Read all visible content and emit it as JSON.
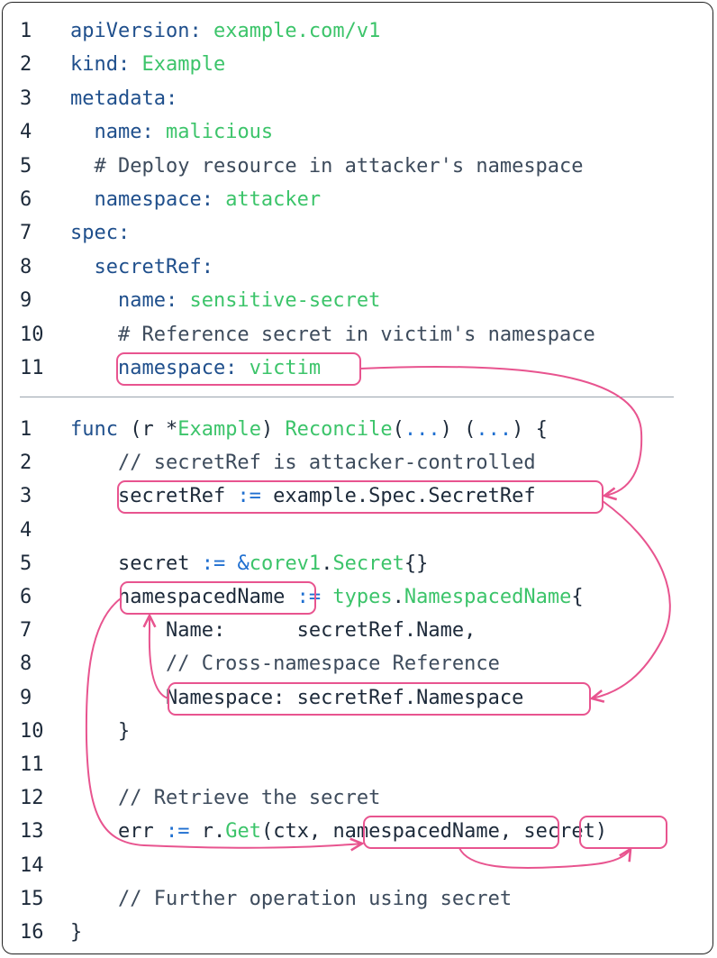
{
  "colors": {
    "keyword": "#1f4f8c",
    "value": "#3cc46a",
    "comment": "#3d4b5c",
    "operator": "#1f6fd0",
    "highlight": "#e8548f"
  },
  "yaml": {
    "lines": [
      {
        "num": "1",
        "tokens": [
          {
            "t": "apiVersion: ",
            "c": "kw"
          },
          {
            "t": "example.com/v1",
            "c": "str"
          }
        ]
      },
      {
        "num": "2",
        "tokens": [
          {
            "t": "kind: ",
            "c": "kw"
          },
          {
            "t": "Example",
            "c": "str"
          }
        ]
      },
      {
        "num": "3",
        "tokens": [
          {
            "t": "metadata:",
            "c": "kw"
          }
        ]
      },
      {
        "num": "4",
        "tokens": [
          {
            "t": "  name: ",
            "c": "kw"
          },
          {
            "t": "malicious",
            "c": "str"
          }
        ]
      },
      {
        "num": "5",
        "tokens": [
          {
            "t": "  # Deploy resource in attacker's namespace",
            "c": "cm"
          }
        ]
      },
      {
        "num": "6",
        "tokens": [
          {
            "t": "  namespace: ",
            "c": "kw"
          },
          {
            "t": "attacker",
            "c": "str"
          }
        ]
      },
      {
        "num": "7",
        "tokens": [
          {
            "t": "spec:",
            "c": "kw"
          }
        ]
      },
      {
        "num": "8",
        "tokens": [
          {
            "t": "  secretRef:",
            "c": "kw"
          }
        ]
      },
      {
        "num": "9",
        "tokens": [
          {
            "t": "    name: ",
            "c": "kw"
          },
          {
            "t": "sensitive-secret",
            "c": "str"
          }
        ]
      },
      {
        "num": "10",
        "tokens": [
          {
            "t": "    # Reference secret in victim's namespace",
            "c": "cm"
          }
        ]
      },
      {
        "num": "11",
        "tokens": [
          {
            "t": "    namespace: ",
            "c": "kw"
          },
          {
            "t": "victim",
            "c": "str"
          }
        ]
      }
    ]
  },
  "go": {
    "lines": [
      {
        "num": "1",
        "tokens": [
          {
            "t": "func",
            "c": "kw"
          },
          {
            "t": " (r *",
            "c": "pl"
          },
          {
            "t": "Example",
            "c": "ty"
          },
          {
            "t": ") ",
            "c": "pl"
          },
          {
            "t": "Reconcile",
            "c": "ty"
          },
          {
            "t": "(",
            "c": "pl"
          },
          {
            "t": "...",
            "c": "op"
          },
          {
            "t": ") (",
            "c": "pl"
          },
          {
            "t": "...",
            "c": "op"
          },
          {
            "t": ") {",
            "c": "pl"
          }
        ]
      },
      {
        "num": "2",
        "tokens": [
          {
            "t": "    // secretRef is attacker-controlled",
            "c": "cm"
          }
        ]
      },
      {
        "num": "3",
        "tokens": [
          {
            "t": "    secretRef ",
            "c": "pl"
          },
          {
            "t": ":=",
            "c": "op"
          },
          {
            "t": " example.Spec.SecretRef",
            "c": "pl"
          }
        ]
      },
      {
        "num": "4",
        "tokens": []
      },
      {
        "num": "5",
        "tokens": [
          {
            "t": "    secret ",
            "c": "pl"
          },
          {
            "t": ":=",
            "c": "op"
          },
          {
            "t": " ",
            "c": "pl"
          },
          {
            "t": "&",
            "c": "op"
          },
          {
            "t": "corev1",
            "c": "ty"
          },
          {
            "t": ".",
            "c": "pl"
          },
          {
            "t": "Secret",
            "c": "ty"
          },
          {
            "t": "{}",
            "c": "pl"
          }
        ]
      },
      {
        "num": "6",
        "tokens": [
          {
            "t": "    namespacedName ",
            "c": "pl"
          },
          {
            "t": ":=",
            "c": "op"
          },
          {
            "t": " ",
            "c": "pl"
          },
          {
            "t": "types",
            "c": "ty"
          },
          {
            "t": ".",
            "c": "pl"
          },
          {
            "t": "NamespacedName",
            "c": "ty"
          },
          {
            "t": "{",
            "c": "pl"
          }
        ]
      },
      {
        "num": "7",
        "tokens": [
          {
            "t": "        Name:      secretRef.Name,",
            "c": "pl"
          }
        ]
      },
      {
        "num": "8",
        "tokens": [
          {
            "t": "        // Cross-namespace Reference",
            "c": "cm"
          }
        ]
      },
      {
        "num": "9",
        "tokens": [
          {
            "t": "        Namespace: secretRef.Namespace",
            "c": "pl"
          }
        ]
      },
      {
        "num": "10",
        "tokens": [
          {
            "t": "    }",
            "c": "pl"
          }
        ]
      },
      {
        "num": "11",
        "tokens": []
      },
      {
        "num": "12",
        "tokens": [
          {
            "t": "    // Retrieve the secret",
            "c": "cm"
          }
        ]
      },
      {
        "num": "13",
        "tokens": [
          {
            "t": "    err ",
            "c": "pl"
          },
          {
            "t": ":=",
            "c": "op"
          },
          {
            "t": " r.",
            "c": "pl"
          },
          {
            "t": "Get",
            "c": "ty"
          },
          {
            "t": "(ctx, namespacedName, secret)",
            "c": "pl"
          }
        ]
      },
      {
        "num": "14",
        "tokens": []
      },
      {
        "num": "15",
        "tokens": [
          {
            "t": "    // Further operation using secret",
            "c": "cm"
          }
        ]
      },
      {
        "num": "16",
        "tokens": [
          {
            "t": "}",
            "c": "pl"
          }
        ]
      }
    ]
  }
}
